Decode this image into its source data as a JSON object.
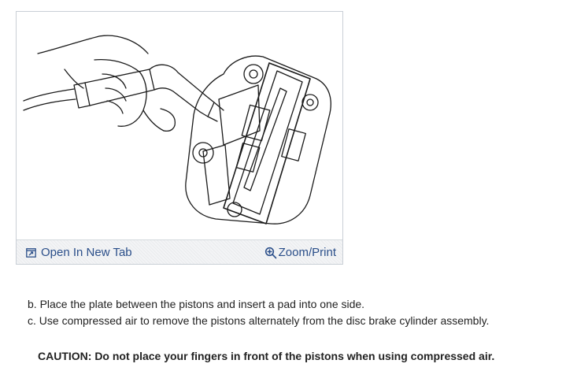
{
  "figure": {
    "open_tab_label": "Open In New Tab",
    "zoom_label": "Zoom/Print",
    "link_color": "#2b4f8a",
    "icons": {
      "open_tab": "open-in-new-tab-icon",
      "zoom": "magnifier-icon"
    }
  },
  "instructions": {
    "steps": [
      "b. Place the plate between the pistons and insert a pad into one side.",
      "c. Use compressed air to remove the pistons alternately from the disc brake cylinder assembly."
    ],
    "caution": "CAUTION: Do not place your fingers in front of the pistons when using compressed air."
  }
}
